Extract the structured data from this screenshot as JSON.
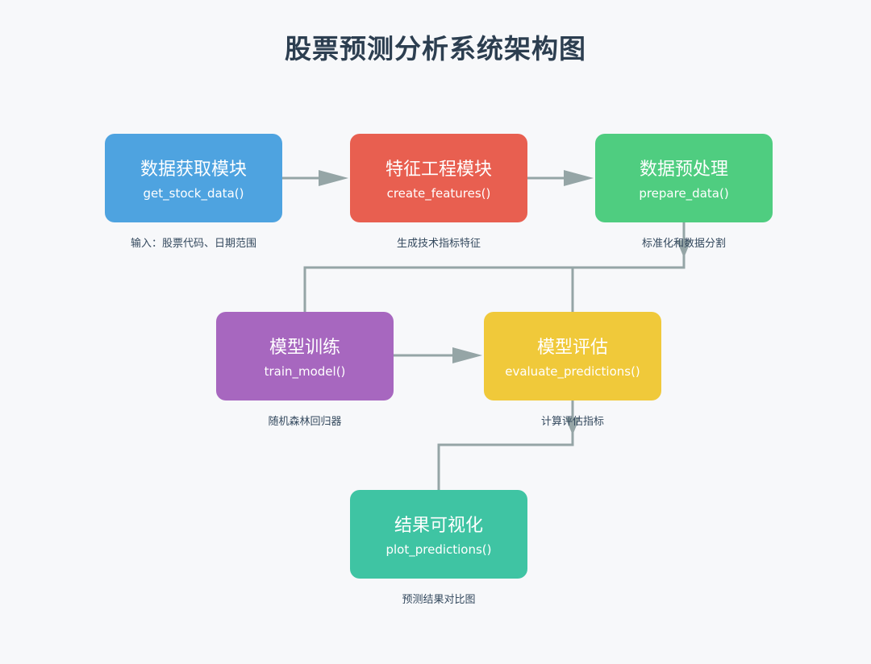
{
  "title": "股票预测分析系统架构图",
  "nodes": [
    {
      "label": "数据获取模块",
      "func": "get_stock_data()",
      "note": "输入：股票代码、日期范围",
      "color": "#4ea3e0"
    },
    {
      "label": "特征工程模块",
      "func": "create_features()",
      "note": "生成技术指标特征",
      "color": "#e85f50"
    },
    {
      "label": "数据预处理",
      "func": "prepare_data()",
      "note": "标准化和数据分割",
      "color": "#4fcd80"
    },
    {
      "label": "模型训练",
      "func": "train_model()",
      "note": "随机森林回归器",
      "color": "#a767bf"
    },
    {
      "label": "模型评估",
      "func": "evaluate_predictions()",
      "note": "计算评估指标",
      "color": "#f0c93a"
    },
    {
      "label": "结果可视化",
      "func": "plot_predictions()",
      "note": "预测结果对比图",
      "color": "#3fc4a3"
    }
  ],
  "connector_color": "#95a5a6"
}
